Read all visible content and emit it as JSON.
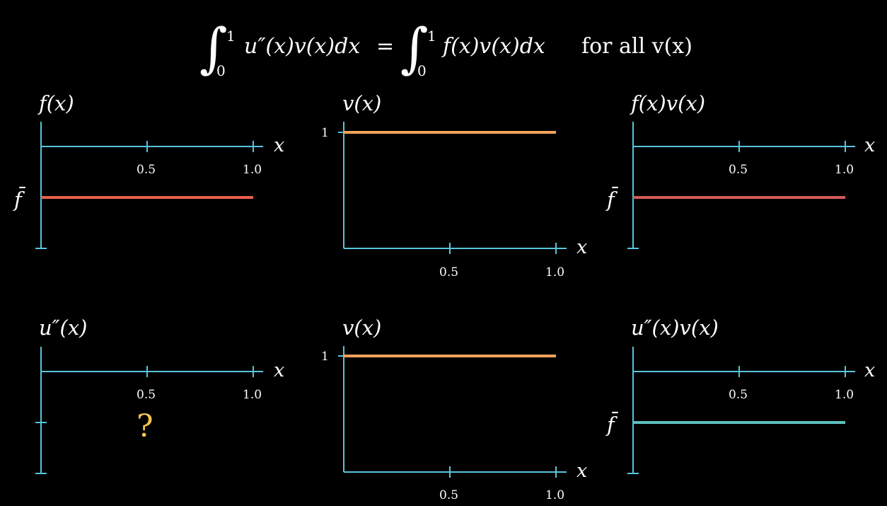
{
  "equation": {
    "lhs_integral": {
      "upper": "1",
      "lower": "0",
      "integrand": "u″(x)v(x)dx"
    },
    "equals": "=",
    "rhs_integral": {
      "upper": "1",
      "lower": "0",
      "integrand": "f(x)v(x)dx"
    },
    "quantifier": "for all v(x)"
  },
  "colors": {
    "axis": "#58c4dd",
    "f_line": "#e8604a",
    "v_line": "#f2a25a",
    "fv_line": "#d35a58",
    "uv_line": "#5cc0bf",
    "question": "#f7c54a"
  },
  "panels": [
    {
      "id": "f",
      "title": "f(x)",
      "axis_label": "x",
      "tick_labels": [
        "0.5",
        "1.0"
      ],
      "level_label": "f̄",
      "curve": {
        "color_key": "f_line",
        "y_value": "fbar"
      }
    },
    {
      "id": "v_top",
      "title": "v(x)",
      "axis_label": "x",
      "tick_labels": [
        "0.5",
        "1.0"
      ],
      "level_label": "1",
      "curve": {
        "color_key": "v_line",
        "y_value": 1
      }
    },
    {
      "id": "fv",
      "title": "f(x)v(x)",
      "axis_label": "x",
      "tick_labels": [
        "0.5",
        "1.0"
      ],
      "level_label": "f̄",
      "curve": {
        "color_key": "fv_line",
        "y_value": "fbar"
      }
    },
    {
      "id": "u2",
      "title": "u″(x)",
      "axis_label": "x",
      "tick_labels": [
        "0.5",
        "1.0"
      ],
      "unknown_label": "?"
    },
    {
      "id": "v_bottom",
      "title": "v(x)",
      "axis_label": "x",
      "tick_labels": [
        "0.5",
        "1.0"
      ],
      "level_label": "1",
      "curve": {
        "color_key": "v_line",
        "y_value": 1
      }
    },
    {
      "id": "uv",
      "title": "u″(x)v(x)",
      "axis_label": "x",
      "tick_labels": [
        "0.5",
        "1.0"
      ],
      "level_label": "f̄",
      "curve": {
        "color_key": "uv_line",
        "y_value": "fbar"
      }
    }
  ]
}
